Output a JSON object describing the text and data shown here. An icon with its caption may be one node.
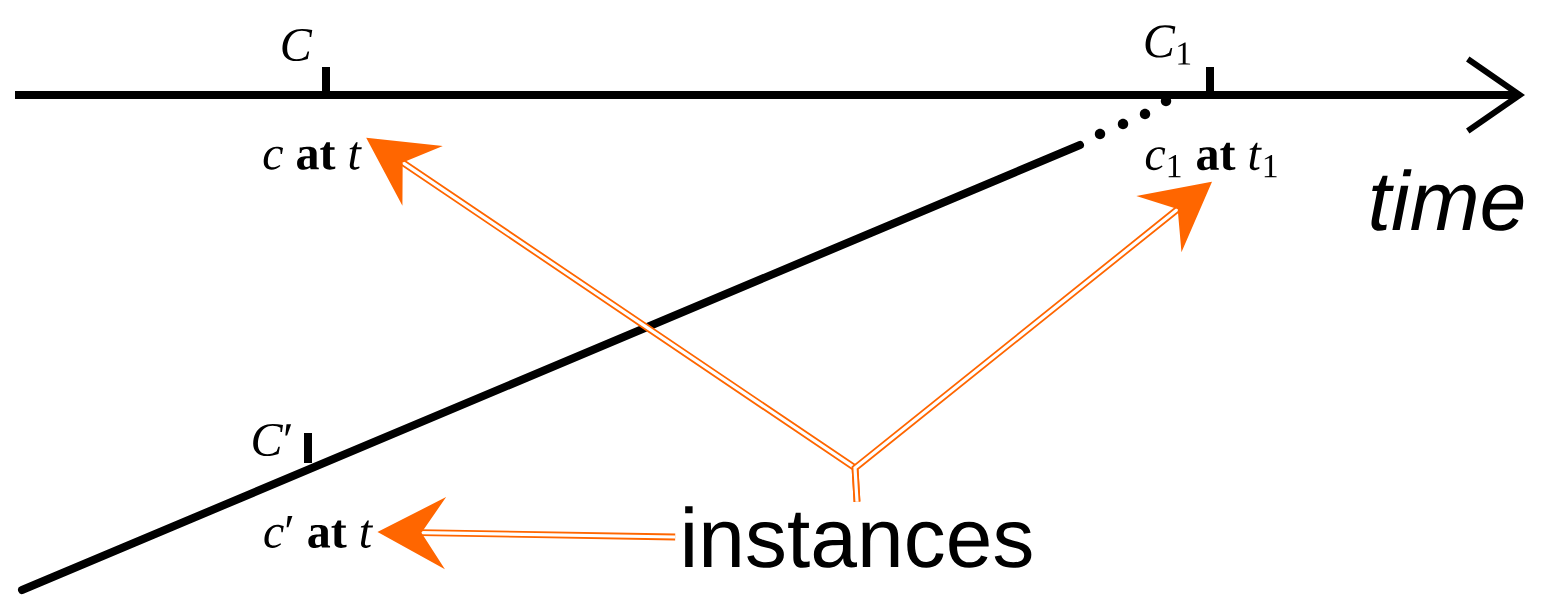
{
  "diagram": {
    "nodes": [
      {
        "text": [
          "*c* **at** *t*"
        ]
      },
      {
        "text": [
          "*c*$_{1}$ **at** *t*$_{1}$"
        ]
      },
      {
        "text": [
          "*c*′ **at** *t*"
        ]
      },
      {
        "text": [
          "instances"
        ]
      }
    ],
    "edges": [
      {
        "from": 3,
        "to": 0,
        "arrow": "to",
        "color": "#ff6600"
      },
      {
        "from": 3,
        "to": 1,
        "arrow": "to",
        "color": "#ff6600"
      },
      {
        "from": 3,
        "to": 2,
        "arrow": "to",
        "color": "#ff6600"
      }
    ],
    "labels": [
      "*C*",
      "*C*$_{1}$",
      "*C*′",
      "time"
    ]
  }
}
